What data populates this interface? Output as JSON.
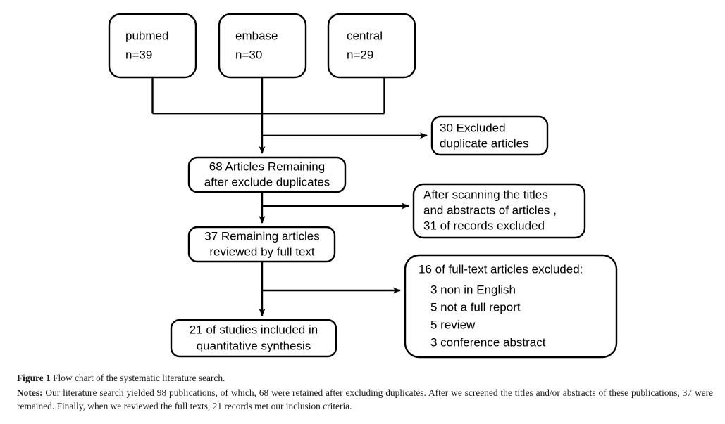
{
  "figure": {
    "caption_label": "Figure 1",
    "caption_title": "Flow chart of the systematic literature search.",
    "notes_label": "Notes:",
    "notes_text": "Our literature search yielded 98 publications, of which, 68 were retained after excluding duplicates. After we screened the titles and/or abstracts of these publications, 37 were remained. Finally, when we reviewed the full texts, 21 records met our inclusion criteria."
  },
  "chart_data": {
    "type": "diagram",
    "title": "Flow chart of the systematic literature search.",
    "nodes": [
      {
        "id": "pubmed",
        "lines": [
          "pubmed",
          "n=39"
        ]
      },
      {
        "id": "embase",
        "lines": [
          "embase",
          "n=30"
        ]
      },
      {
        "id": "central",
        "lines": [
          "central",
          "n=29"
        ]
      },
      {
        "id": "excluded-dup",
        "lines": [
          "30 Excluded",
          "duplicate articles"
        ]
      },
      {
        "id": "remaining-68",
        "lines": [
          "68 Articles Remaining",
          "after exclude duplicates"
        ]
      },
      {
        "id": "screened-out",
        "lines": [
          "After scanning the titles",
          "and abstracts of articles ,",
          "31 of records excluded"
        ]
      },
      {
        "id": "remaining-37",
        "lines": [
          "37 Remaining articles",
          "reviewed by full text"
        ]
      },
      {
        "id": "fulltext-excl",
        "lines": [
          "16 of full-text articles excluded:",
          "3 non in English",
          "5 not a full report",
          "5 review",
          "3 conference abstract"
        ]
      },
      {
        "id": "included-21",
        "lines": [
          "21 of studies included in",
          "quantitative synthesis"
        ]
      }
    ],
    "counts": {
      "pubmed": 39,
      "embase": 30,
      "central": 29,
      "total_identified": 98,
      "excluded_duplicates": 30,
      "after_duplicates": 68,
      "excluded_title_abstract": 31,
      "full_text_reviewed": 37,
      "full_text_excluded": 16,
      "excluded_non_english": 3,
      "excluded_not_full_report": 5,
      "excluded_review": 5,
      "excluded_conference_abstract": 3,
      "included": 21
    },
    "edges": [
      {
        "from": "pubmed",
        "to": "remaining-68"
      },
      {
        "from": "embase",
        "to": "remaining-68"
      },
      {
        "from": "central",
        "to": "remaining-68"
      },
      {
        "from": "remaining-68",
        "to": "excluded-dup"
      },
      {
        "from": "remaining-68",
        "to": "remaining-37"
      },
      {
        "from": "remaining-37",
        "to": "screened-out"
      },
      {
        "from": "remaining-37",
        "to": "included-21"
      },
      {
        "from": "included-21",
        "to": "fulltext-excl"
      }
    ],
    "colors": {
      "stroke": "#000000",
      "fill": "#ffffff",
      "text": "#000000"
    }
  },
  "nodes": {
    "pubmed": {
      "line1": "pubmed",
      "line2": "n=39"
    },
    "embase": {
      "line1": "embase",
      "line2": "n=30"
    },
    "central": {
      "line1": "central",
      "line2": "n=29"
    },
    "excluded_dup": {
      "line1": "30 Excluded",
      "line2": "duplicate articles"
    },
    "remaining_68": {
      "line1": "68 Articles Remaining",
      "line2": "after exclude duplicates"
    },
    "screened_out": {
      "line1": "After scanning the titles",
      "line2": "and abstracts of articles ,",
      "line3": "31 of records excluded"
    },
    "remaining_37": {
      "line1": "37 Remaining articles",
      "line2": "reviewed by full text"
    },
    "fulltext_excluded": {
      "header": "16 of full-text articles excluded:",
      "item1": "3 non in English",
      "item2": "5 not a full report",
      "item3": "5 review",
      "item4": "3 conference abstract"
    },
    "included_21": {
      "line1": "21 of studies included in",
      "line2": "quantitative synthesis"
    }
  }
}
